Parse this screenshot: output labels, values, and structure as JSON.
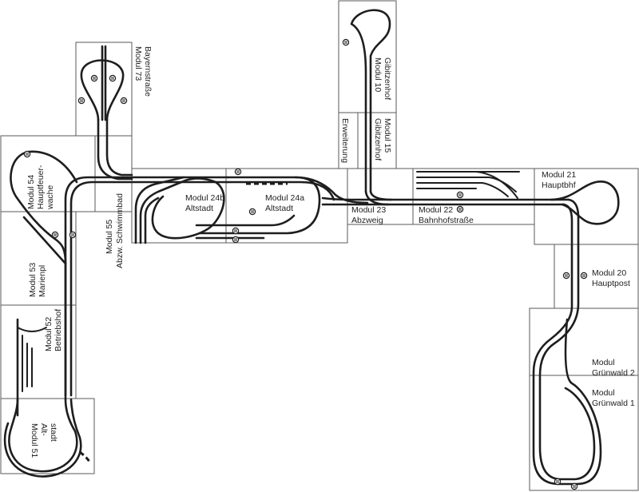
{
  "labels": {
    "modul_73": [
      "Modul 73",
      "Bayernstraße"
    ],
    "modul_10": [
      "Modul 10",
      "Gibitzenhof"
    ],
    "modul_15": [
      "Modul 15",
      "Gibitzenhof"
    ],
    "erweiterung": "Erweiterung",
    "modul_54": [
      "Modul 54",
      "Hauptfeuer-",
      "wache"
    ],
    "modul_55": [
      "Modul 55",
      "Abzw. Schwimmbad"
    ],
    "modul_24b": [
      "Modul 24b",
      "Altstadt"
    ],
    "modul_24a": [
      "Modul 24a",
      "Altstadt"
    ],
    "modul_23": [
      "Modul 23",
      "Abzweig"
    ],
    "modul_22": [
      "Modul 22",
      "Bahnhofstraße"
    ],
    "modul_21": [
      "Modul 21",
      "Hauptbhf"
    ],
    "modul_20": [
      "Modul 20",
      "Hauptpost"
    ],
    "modul_53": [
      "Modul 53",
      "Marienpl"
    ],
    "modul_52": [
      "Modul 52",
      "Betriebshof"
    ],
    "modul_51": [
      "Modul 51",
      "Alt-",
      "stadt"
    ],
    "gruenwald_2": [
      "Modul",
      "Grünwald 2"
    ],
    "gruenwald_1": [
      "Modul",
      "Grünwald 1"
    ]
  },
  "colors": {
    "track": "#1e1e1e",
    "module_border": "#5a5a5a",
    "background": "#ffffff"
  },
  "icons": {
    "signal": "signal-mast-icon"
  }
}
